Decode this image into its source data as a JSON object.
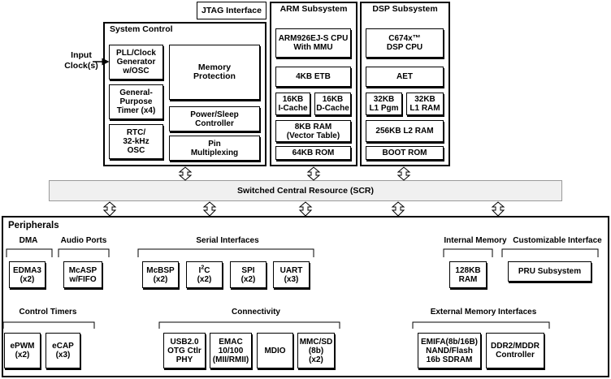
{
  "input_clock_label": "Input\nClock(s)",
  "jtag": {
    "label": "JTAG Interface"
  },
  "system_control": {
    "title": "System Control",
    "pll": "PLL/Clock\nGenerator\nw/OSC",
    "timer": "General-\nPurpose\nTimer (x4)",
    "rtc": "RTC/\n32-kHz\nOSC",
    "memory_protection": "Memory\nProtection",
    "power_sleep": "Power/Sleep\nController",
    "pin_mux": "Pin\nMultiplexing"
  },
  "arm": {
    "title": "ARM Subsystem",
    "cpu": "ARM926EJ-S CPU\nWith MMU",
    "etb": "4KB ETB",
    "icache": "16KB\nI-Cache",
    "dcache": "16KB\nD-Cache",
    "ram": "8KB RAM\n(Vector Table)",
    "rom": "64KB ROM"
  },
  "dsp": {
    "title": "DSP Subsystem",
    "cpu": "C674x™\nDSP CPU",
    "aet": "AET",
    "l1pgm": "32KB\nL1 Pgm",
    "l1ram": "32KB\nL1 RAM",
    "l2ram": "256KB L2 RAM",
    "bootrom": "BOOT ROM"
  },
  "scr": {
    "label": "Switched Central Resource (SCR)"
  },
  "peripherals": {
    "title": "Peripherals",
    "dma": {
      "title": "DMA",
      "edma": "EDMA3\n(x2)"
    },
    "audio": {
      "title": "Audio Ports",
      "mcasp": "McASP\nw/FIFO"
    },
    "serial": {
      "title": "Serial Interfaces",
      "mcbsp": "McBSP\n(x2)",
      "i2c_main": "I",
      "i2c_sup": "2",
      "i2c_tail": "C",
      "i2c_count": "(x2)",
      "spi": "SPI\n(x2)",
      "uart": "UART\n(x3)"
    },
    "internal_memory": {
      "title": "Internal Memory",
      "ram": "128KB\nRAM"
    },
    "custom": {
      "title": "Customizable Interface",
      "pru": "PRU Subsystem"
    },
    "control_timers": {
      "title": "Control Timers",
      "epwm": "ePWM\n(x2)",
      "ecap": "eCAP\n(x3)"
    },
    "connectivity": {
      "title": "Connectivity",
      "usb": "USB2.0\nOTG Ctlr\nPHY",
      "emac": "EMAC\n10/100\n(MII/RMII)",
      "mdio": "MDIO",
      "mmc": "MMC/SD\n(8b)\n(x2)"
    },
    "external_memory": {
      "title": "External Memory Interfaces",
      "emifa": "EMIFA(8b/16B)\nNAND/Flash\n16b SDRAM",
      "ddr2": "DDR2/MDDR\nController"
    }
  }
}
